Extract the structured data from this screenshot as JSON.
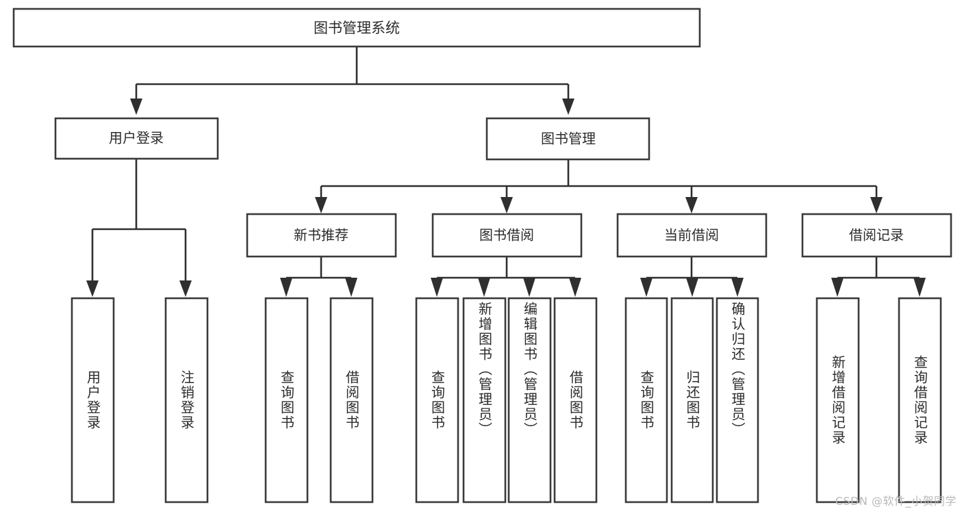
{
  "diagram": {
    "title": "图书管理系统",
    "watermark": "CSDN @软件_小贺同学",
    "colors": {
      "background": "#ffffff",
      "box_fill": "#ffffff",
      "box_stroke": "#3a3a3a",
      "connector": "#2f2f2f",
      "text": "#2b2b2b",
      "watermark": "#b9b9b9"
    },
    "root": {
      "label": "图书管理系统"
    },
    "level2": [
      {
        "id": "user-login",
        "label": "用户登录"
      },
      {
        "id": "book-management",
        "label": "图书管理"
      }
    ],
    "level3": [
      {
        "id": "new-book-recommend",
        "label": "新书推荐"
      },
      {
        "id": "book-borrow",
        "label": "图书借阅"
      },
      {
        "id": "current-borrow",
        "label": "当前借阅"
      },
      {
        "id": "borrow-record",
        "label": "借阅记录"
      }
    ],
    "leaves": {
      "user_login": [
        {
          "id": "leaf-user-login",
          "label": "用户登录"
        },
        {
          "id": "leaf-logout-login",
          "label": "注销登录"
        }
      ],
      "new_book_recommend": [
        {
          "id": "leaf-query-book-1",
          "label": "查询图书"
        },
        {
          "id": "leaf-borrow-book-1",
          "label": "借阅图书"
        }
      ],
      "book_borrow": [
        {
          "id": "leaf-query-book-2",
          "label": "查询图书"
        },
        {
          "id": "leaf-add-book",
          "label": "新增图书（管理员）"
        },
        {
          "id": "leaf-edit-book",
          "label": "编辑图书（管理员）"
        },
        {
          "id": "leaf-borrow-book-2",
          "label": "借阅图书"
        }
      ],
      "current_borrow": [
        {
          "id": "leaf-query-book-3",
          "label": "查询图书"
        },
        {
          "id": "leaf-return-book",
          "label": "归还图书"
        },
        {
          "id": "leaf-confirm-return",
          "label": "确认归还（管理员）"
        }
      ],
      "borrow_record": [
        {
          "id": "leaf-add-record",
          "label": "新增借阅记录"
        },
        {
          "id": "leaf-query-record",
          "label": "查询借阅记录"
        }
      ]
    }
  }
}
